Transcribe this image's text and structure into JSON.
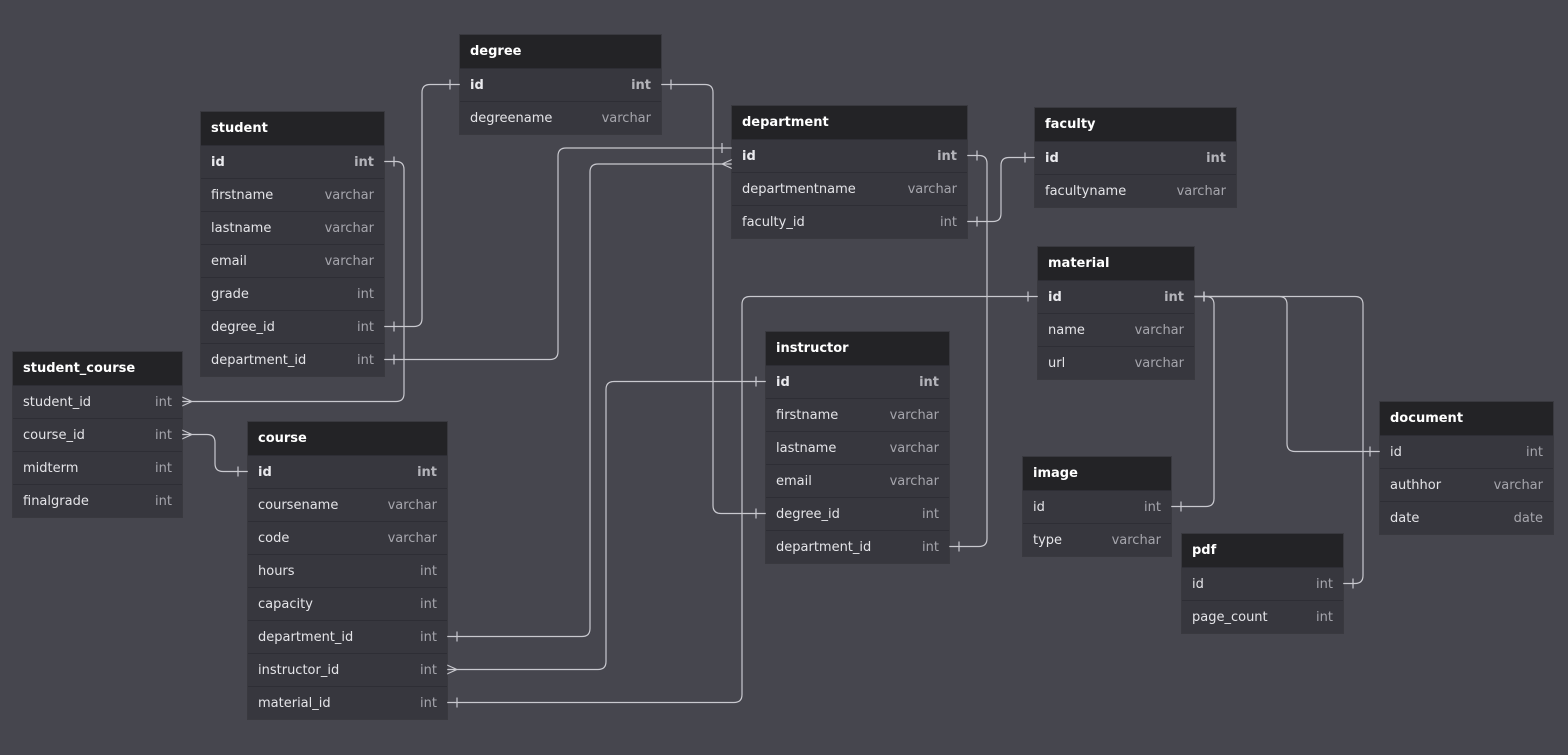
{
  "colors": {
    "background": "#46464e",
    "table_header": "#232326",
    "table_body": "#37373e",
    "connector": "#c9c9cf"
  },
  "tables": {
    "degree": {
      "title": "degree",
      "columns": [
        {
          "name": "id",
          "type": "int",
          "pk": true
        },
        {
          "name": "degreename",
          "type": "varchar"
        }
      ]
    },
    "student": {
      "title": "student",
      "columns": [
        {
          "name": "id",
          "type": "int",
          "pk": true
        },
        {
          "name": "firstname",
          "type": "varchar"
        },
        {
          "name": "lastname",
          "type": "varchar"
        },
        {
          "name": "email",
          "type": "varchar"
        },
        {
          "name": "grade",
          "type": "int"
        },
        {
          "name": "degree_id",
          "type": "int"
        },
        {
          "name": "department_id",
          "type": "int"
        }
      ]
    },
    "department": {
      "title": "department",
      "columns": [
        {
          "name": "id",
          "type": "int",
          "pk": true
        },
        {
          "name": "departmentname",
          "type": "varchar"
        },
        {
          "name": "faculty_id",
          "type": "int"
        }
      ]
    },
    "faculty": {
      "title": "faculty",
      "columns": [
        {
          "name": "id",
          "type": "int",
          "pk": true
        },
        {
          "name": "facultyname",
          "type": "varchar"
        }
      ]
    },
    "material": {
      "title": "material",
      "columns": [
        {
          "name": "id",
          "type": "int",
          "pk": true
        },
        {
          "name": "name",
          "type": "varchar"
        },
        {
          "name": "url",
          "type": "varchar"
        }
      ]
    },
    "student_course": {
      "title": "student_course",
      "columns": [
        {
          "name": "student_id",
          "type": "int"
        },
        {
          "name": "course_id",
          "type": "int"
        },
        {
          "name": "midterm",
          "type": "int"
        },
        {
          "name": "finalgrade",
          "type": "int"
        }
      ]
    },
    "course": {
      "title": "course",
      "columns": [
        {
          "name": "id",
          "type": "int",
          "pk": true
        },
        {
          "name": "coursename",
          "type": "varchar"
        },
        {
          "name": "code",
          "type": "varchar"
        },
        {
          "name": "hours",
          "type": "int"
        },
        {
          "name": "capacity",
          "type": "int"
        },
        {
          "name": "department_id",
          "type": "int"
        },
        {
          "name": "instructor_id",
          "type": "int"
        },
        {
          "name": "material_id",
          "type": "int"
        }
      ]
    },
    "instructor": {
      "title": "instructor",
      "columns": [
        {
          "name": "id",
          "type": "int",
          "pk": true
        },
        {
          "name": "firstname",
          "type": "varchar"
        },
        {
          "name": "lastname",
          "type": "varchar"
        },
        {
          "name": "email",
          "type": "varchar"
        },
        {
          "name": "degree_id",
          "type": "int"
        },
        {
          "name": "department_id",
          "type": "int"
        }
      ]
    },
    "image": {
      "title": "image",
      "columns": [
        {
          "name": "id",
          "type": "int"
        },
        {
          "name": "type",
          "type": "varchar"
        }
      ]
    },
    "pdf": {
      "title": "pdf",
      "columns": [
        {
          "name": "id",
          "type": "int"
        },
        {
          "name": "page_count",
          "type": "int"
        }
      ]
    },
    "document": {
      "title": "document",
      "columns": [
        {
          "name": "id",
          "type": "int"
        },
        {
          "name": "authhor",
          "type": "varchar"
        },
        {
          "name": "date",
          "type": "date"
        }
      ]
    }
  },
  "relations": [
    {
      "from": "student.degree_id",
      "to": "degree.id",
      "from_end": "one",
      "to_end": "one"
    },
    {
      "from": "student.department_id",
      "to": "department.id",
      "from_end": "one",
      "to_end": "one"
    },
    {
      "from": "student_course.student_id",
      "to": "student.id",
      "from_end": "many",
      "to_end": "one"
    },
    {
      "from": "student_course.course_id",
      "to": "course.id",
      "from_end": "many",
      "to_end": "one"
    },
    {
      "from": "course.department_id",
      "to": "department.id",
      "from_end": "one",
      "to_end": "many"
    },
    {
      "from": "course.instructor_id",
      "to": "instructor.id",
      "from_end": "many",
      "to_end": "one"
    },
    {
      "from": "course.material_id",
      "to": "material.id",
      "from_end": "one",
      "to_end": "one"
    },
    {
      "from": "instructor.degree_id",
      "to": "degree.id",
      "from_end": "one",
      "to_end": "one"
    },
    {
      "from": "instructor.department_id",
      "to": "department.id",
      "from_end": "one",
      "to_end": "one"
    },
    {
      "from": "department.faculty_id",
      "to": "faculty.id",
      "from_end": "one",
      "to_end": "one"
    },
    {
      "from": "image.id",
      "to": "material.id",
      "from_end": "one",
      "to_end": "one"
    },
    {
      "from": "pdf.id",
      "to": "material.id",
      "from_end": "one",
      "to_end": "one"
    },
    {
      "from": "document.id",
      "to": "material.id",
      "from_end": "one",
      "to_end": "one"
    }
  ]
}
